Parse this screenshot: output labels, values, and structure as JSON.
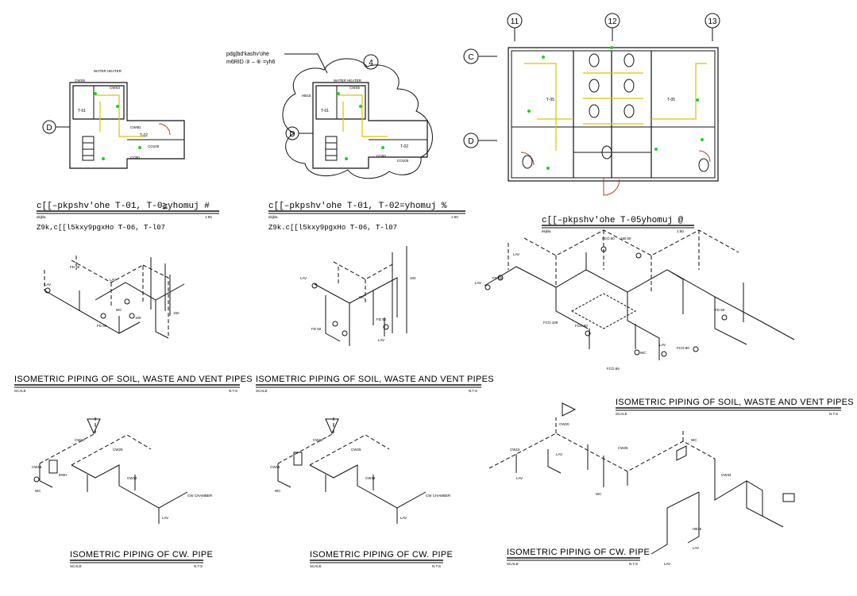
{
  "plans": {
    "left": {
      "title": "c[[–pkpshv'ohe   T-01, T-0≩yhomuj #",
      "scale_label": "ekjkla",
      "scale_value": "1:50",
      "subtitle": "Z9k,c[[l5kxy9pgxHo    T-06,  T-l07",
      "grid_marker": "D",
      "room_labels": [
        "T-01",
        "T-02"
      ],
      "fixture_labels": [
        "WATER HEATER",
        "CWS5",
        "CWS3",
        "CW9D",
        "CO100",
        "CO50"
      ]
    },
    "middle": {
      "title": "c[[–pkpshv'ohe   T-01, T-02=yhomuj        %",
      "scale_label": "ekjkla",
      "scale_value": "1:50",
      "subtitle": "Z9k.c[[l5kxy9pgxHo    T-06,  T-l07",
      "grid_marker": "D",
      "revision_note_line1": "pdg|bd'kashv'ohe",
      "revision_note_line2": "m6RID ③ – ⑥  =yh6",
      "revision_marker": "4",
      "room_labels": [
        "T-01",
        "T-02"
      ],
      "fixture_labels": [
        "WATER HEATER",
        "HB15",
        "CWS5",
        "CO50",
        "CO100"
      ]
    },
    "right": {
      "title": "c[[–pkpshv'ohe   T-05yhomuj @",
      "scale_label": "ekjkla",
      "scale_value": "1:50",
      "grid_columns": [
        "11",
        "12",
        "13"
      ],
      "grid_rows": [
        "C",
        "D"
      ],
      "room_labels": [
        "T-05",
        "T-05"
      ]
    }
  },
  "isometric_soil": [
    {
      "title": "ISOMETRIC PIPING OF SOIL, WASTE AND VENT PIPES",
      "scale_label": "SCALE",
      "scale_value": "N.T.S",
      "fixture_labels": [
        "LAV",
        "FD 50",
        "WC",
        "FD 50",
        "LAV",
        "150",
        "100"
      ]
    },
    {
      "title": "ISOMETRIC PIPING OF SOIL, WASTE AND VENT PIPES",
      "scale_label": "SCALE",
      "scale_value": "N.T.S",
      "fixture_labels": [
        "LAV",
        "WC",
        "FD 50",
        "LAV",
        "FD 50",
        "100"
      ]
    },
    {
      "title": "ISOMETRIC PIPING OF SOIL, WASTE AND VENT PIPES",
      "scale_label": "SCALE",
      "scale_value": "N.T.S",
      "fixture_labels": [
        "LAV",
        "FCO.50",
        "HB.50",
        "FD 50",
        "LAV",
        "FCO.100",
        "FCO.50",
        "WC",
        "FD 50",
        "FCO.80",
        "FCO.65",
        "LAV"
      ]
    }
  ],
  "isometric_cw": [
    {
      "title": "ISOMETRIC PIPING OF CW. PIPE",
      "scale_label": "SCALE",
      "scale_value": "N.T.S",
      "fixture_labels": [
        "CW15",
        "CW20",
        "CW25",
        "CW32",
        "WC",
        "LAV",
        "CW CHAMBER",
        "EWH"
      ]
    },
    {
      "title": "ISOMETRIC PIPING OF CW. PIPE",
      "scale_label": "SCALE",
      "scale_value": "N.T.S",
      "fixture_labels": [
        "CW15",
        "CW20",
        "CW25",
        "CW32",
        "WC",
        "LAV",
        "CW CHAMBER"
      ]
    },
    {
      "title": "ISOMETRIC PIPING OF CW. PIPE",
      "scale_label": "SCALE",
      "scale_value": "N.T.S",
      "fixture_labels": [
        "CW15",
        "CW20",
        "LAV",
        "LAV",
        "WC",
        "WC",
        "CW25",
        "CW32",
        "HB15",
        "LAV",
        "LAV"
      ]
    }
  ]
}
